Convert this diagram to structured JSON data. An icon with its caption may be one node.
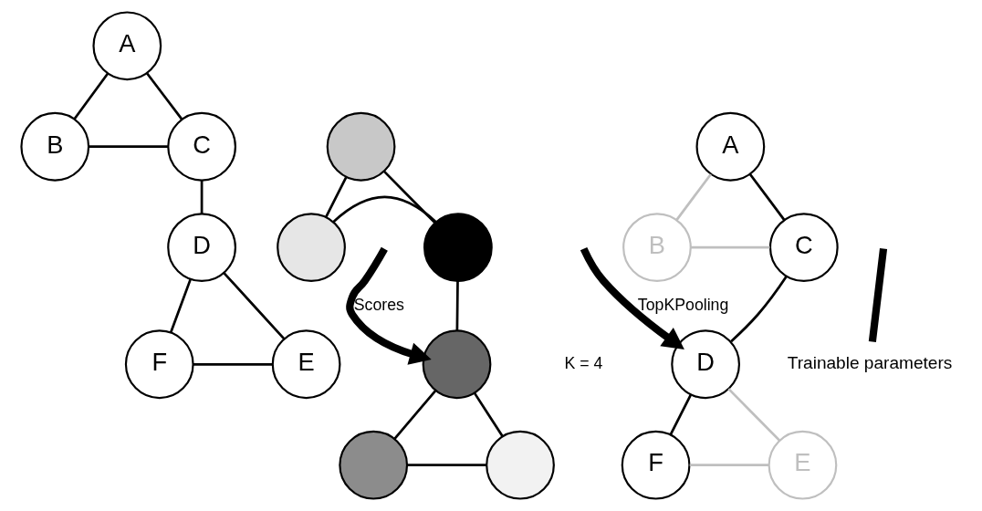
{
  "diagram": {
    "nodes": [
      {
        "text": [
          "A"
        ]
      },
      {
        "text": [
          "B"
        ]
      },
      {
        "text": [
          "C"
        ]
      },
      {
        "text": [
          "D"
        ]
      },
      {
        "text": [
          "F"
        ]
      },
      {
        "text": [
          "E"
        ]
      },
      {
        "text": [],
        "shape": "circle"
      },
      {
        "text": [],
        "shape": "circle"
      },
      {
        "text": [],
        "shape": "circle"
      },
      {
        "text": [],
        "shape": "circle"
      },
      {
        "text": [],
        "shape": "circle"
      },
      {
        "text": [],
        "shape": "circle"
      },
      {
        "text": [
          "A"
        ]
      },
      {
        "text": [
          "B"
        ]
      },
      {
        "text": [
          "C"
        ]
      },
      {
        "text": [
          "D"
        ]
      },
      {
        "text": [
          "F"
        ]
      },
      {
        "text": [
          "E"
        ]
      },
      {
        "text": [
          "Trainable parameters"
        ]
      }
    ],
    "edges": [
      {
        "from": 0,
        "to": 1,
        "arrow": "none"
      },
      {
        "from": 0,
        "to": 2,
        "arrow": "none"
      },
      {
        "from": 1,
        "to": 2,
        "arrow": "none"
      },
      {
        "from": 2,
        "to": 3,
        "arrow": "none"
      },
      {
        "from": 3,
        "to": 4,
        "arrow": "none"
      },
      {
        "from": 3,
        "to": 5,
        "arrow": "none"
      },
      {
        "from": 4,
        "to": 5,
        "arrow": "none"
      },
      {
        "from": 6,
        "to": 7,
        "arrow": "none"
      },
      {
        "from": 6,
        "to": 8,
        "arrow": "none"
      },
      {
        "from": 7,
        "to": 8,
        "arrow": "none"
      },
      {
        "from": 8,
        "to": 9,
        "arrow": "none"
      },
      {
        "from": 9,
        "to": 10,
        "arrow": "none"
      },
      {
        "from": 9,
        "to": 11,
        "arrow": "none"
      },
      {
        "from": 10,
        "to": 11,
        "arrow": "none"
      },
      {
        "from": 12,
        "to": 13,
        "arrow": "none",
        "color": "#bfbfbf"
      },
      {
        "from": 12,
        "to": 14,
        "arrow": "none"
      },
      {
        "from": 13,
        "to": 14,
        "arrow": "none",
        "color": "#bfbfbf"
      },
      {
        "from": 14,
        "to": 15,
        "arrow": "none"
      },
      {
        "from": 15,
        "to": 16,
        "arrow": "none"
      },
      {
        "from": 15,
        "to": 17,
        "arrow": "none",
        "color": "#bfbfbf"
      },
      {
        "from": 16,
        "to": 17,
        "arrow": "none",
        "color": "#bfbfbf"
      },
      {
        "from": null,
        "to": 9,
        "arrow": "to",
        "label": "Scores",
        "style": "thick"
      },
      {
        "from": 18,
        "to": null,
        "arrow": "none",
        "style": "thick"
      },
      {
        "from": null,
        "to": 15,
        "arrow": "to",
        "label": "TopKPooling",
        "style": "thick"
      }
    ],
    "labels": [
      "K = 4"
    ]
  }
}
